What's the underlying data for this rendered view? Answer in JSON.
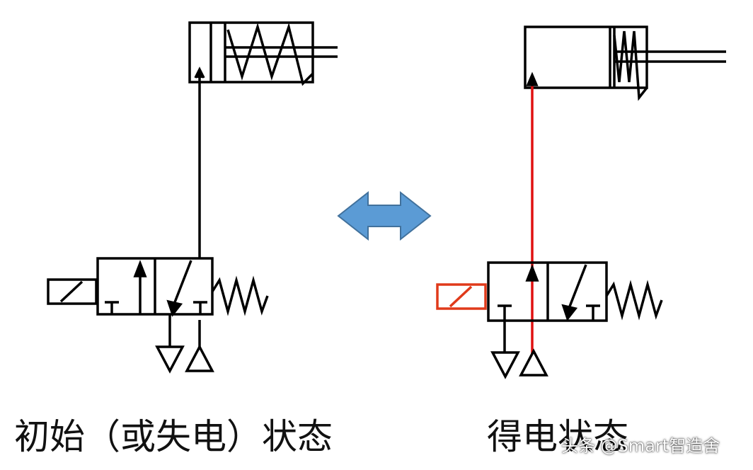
{
  "captions": {
    "left": "初始（或失电）状态",
    "right": "得电状态"
  },
  "watermark": "头条 @Smart智造舍",
  "colors": {
    "line": "#000000",
    "energized": "#e01010",
    "solenoid_energized": "#e03a1a",
    "arrow_fill": "#5b9bd5",
    "arrow_stroke": "#41719c"
  },
  "icons": {
    "transition": "double-headed-arrow",
    "exhaust": "triangle-down",
    "supply": "triangle-up",
    "solenoid": "rectangle-with-diagonal",
    "spring": "zigzag"
  },
  "states": {
    "left": {
      "energized": false,
      "cylinder": "retracted"
    },
    "right": {
      "energized": true,
      "cylinder": "extended"
    }
  }
}
